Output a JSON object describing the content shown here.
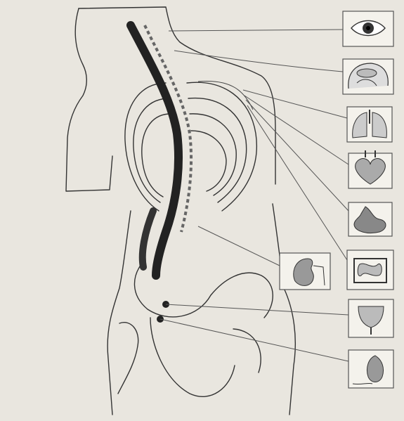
{
  "figure": {
    "subject": "spinal-nerve-organ-connections",
    "background_color": "#e9e6df",
    "ink_color": "#2b2b2b"
  },
  "organ_panels": [
    {
      "id": "eye",
      "icon": "eye-icon"
    },
    {
      "id": "head",
      "icon": "head-cross-section-icon"
    },
    {
      "id": "lungs",
      "icon": "lungs-icon"
    },
    {
      "id": "heart",
      "icon": "heart-icon"
    },
    {
      "id": "stomach",
      "icon": "stomach-icon"
    },
    {
      "id": "intestines",
      "icon": "intestines-icon"
    },
    {
      "id": "kidney",
      "icon": "kidney-icon"
    },
    {
      "id": "bladder",
      "icon": "bladder-icon"
    },
    {
      "id": "uterus",
      "icon": "uterus-icon"
    }
  ]
}
